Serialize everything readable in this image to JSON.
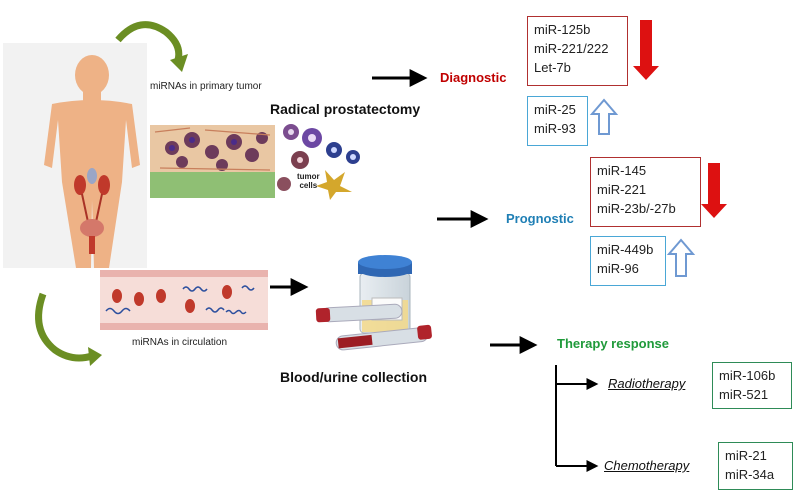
{
  "captions": {
    "primary_tumor": "miRNAs in primary tumor",
    "circulation": "miRNAs in circulation",
    "tumor_cells": "tumor\ncells"
  },
  "headings": {
    "radical_prostatectomy": "Radical prostatectomy",
    "blood_urine": "Blood/urine collection"
  },
  "categories": {
    "diagnostic": "Diagnostic",
    "prognostic": "Prognostic",
    "therapy_response": "Therapy response"
  },
  "therapies": {
    "radiotherapy": "Radiotherapy",
    "chemotherapy": "Chemotherapy"
  },
  "mirna_boxes": {
    "diagnostic_down": [
      "miR-125b",
      "miR-221/222",
      "Let-7b"
    ],
    "diagnostic_up": [
      "miR-25",
      "miR-93"
    ],
    "prognostic_down": [
      "miR-145",
      "miR-221",
      "miR-23b/-27b"
    ],
    "prognostic_up": [
      "miR-449b",
      "miR-96"
    ],
    "radiotherapy": [
      "miR-106b",
      "miR-521"
    ],
    "chemotherapy": [
      "miR-21",
      "miR-34a"
    ]
  },
  "colors": {
    "diagnostic": "#c00000",
    "prognostic": "#1f7fb5",
    "therapy": "#1f9a3a",
    "down_arrow": "#dd1111",
    "up_arrow": "#8fb4e3",
    "red_box_border": "#b03030",
    "blue_box_border": "#4aa7d6",
    "green_box_border": "#2e8b57",
    "skin": "#eeb286",
    "curved_arrow": "#6b8e23"
  }
}
